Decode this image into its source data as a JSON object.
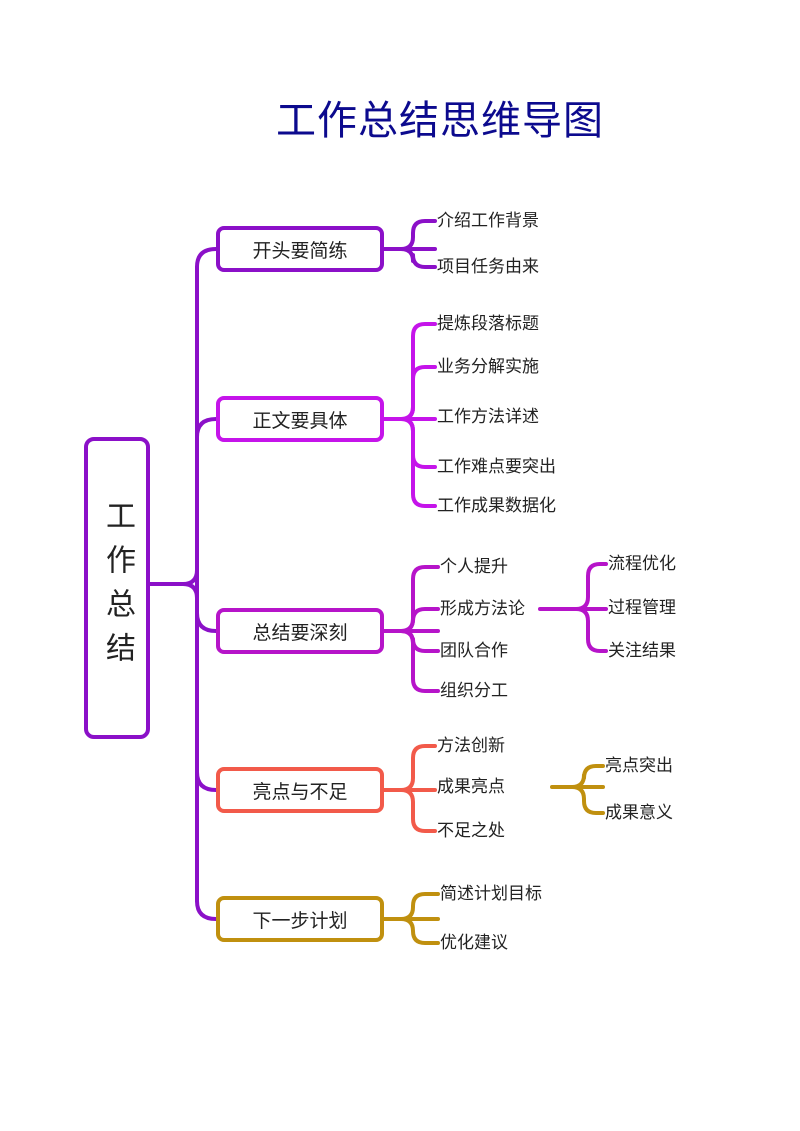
{
  "title": "工作总结思维导图",
  "root": {
    "label": "工作总结",
    "color": "#8b10c8"
  },
  "trunk_color": "#8b10c8",
  "branches": [
    {
      "label": "开头要简练",
      "color": "#8b10c8",
      "children": [
        {
          "label": "介绍工作背景"
        },
        {
          "label": "项目任务由来"
        }
      ]
    },
    {
      "label": "正文要具体",
      "color": "#c514ea",
      "children": [
        {
          "label": "提炼段落标题"
        },
        {
          "label": "业务分解实施"
        },
        {
          "label": "工作方法详述"
        },
        {
          "label": "工作难点要突出"
        },
        {
          "label": "工作成果数据化"
        }
      ]
    },
    {
      "label": "总结要深刻",
      "color": "#b614c9",
      "children": [
        {
          "label": "个人提升"
        },
        {
          "label": "形成方法论",
          "sub_color": "#b614c9",
          "children": [
            {
              "label": "流程优化"
            },
            {
              "label": "过程管理"
            },
            {
              "label": "关注结果"
            }
          ]
        },
        {
          "label": "团队合作"
        },
        {
          "label": "组织分工"
        }
      ]
    },
    {
      "label": "亮点与不足",
      "color": "#f25a4a",
      "children": [
        {
          "label": "方法创新"
        },
        {
          "label": "成果亮点",
          "sub_color": "#c0900f",
          "children": [
            {
              "label": "亮点突出"
            },
            {
              "label": "成果意义"
            }
          ]
        },
        {
          "label": "不足之处"
        }
      ]
    },
    {
      "label": "下一步计划",
      "color": "#c0900f",
      "children": [
        {
          "label": "简述计划目标"
        },
        {
          "label": "优化建议"
        }
      ]
    }
  ]
}
